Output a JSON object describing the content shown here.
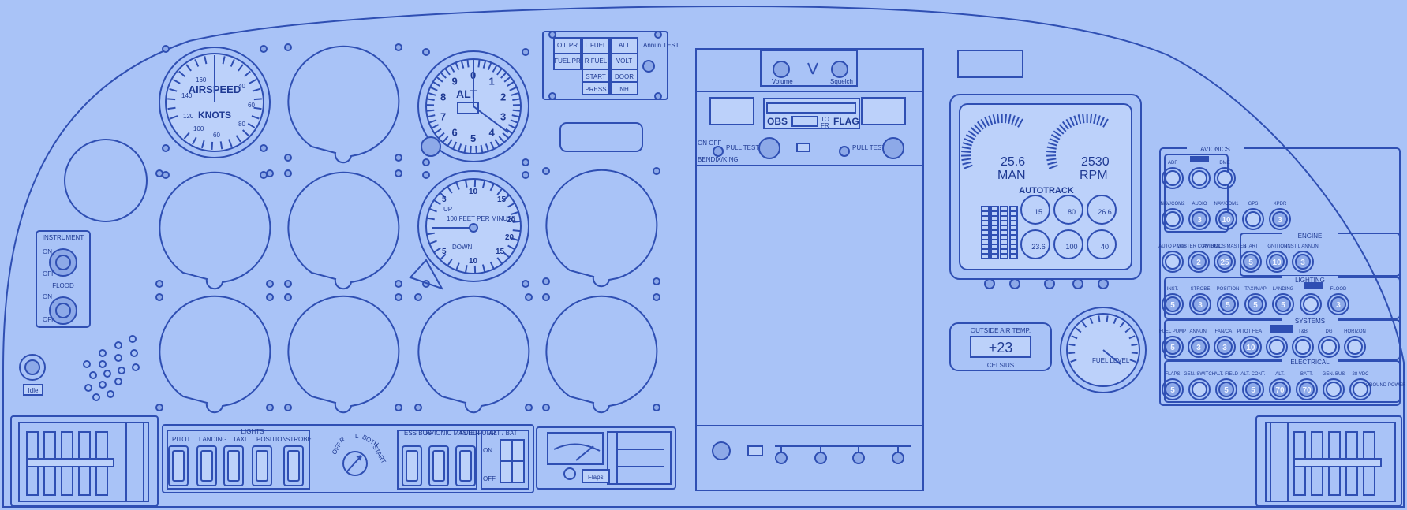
{
  "colors": {
    "background": "#a9c3f7",
    "ink": "#2f4fb3",
    "ink_dark": "#1f3a93",
    "fill_light": "#bcd1fa",
    "fill_inner": "#c6d8fb"
  },
  "instrument_left": {
    "label": "INSTRUMENT",
    "on": "ON",
    "off": "OFF"
  },
  "flood_left": {
    "label": "FLOOD",
    "on": "ON",
    "off": "OFF"
  },
  "idle_label": "Idle",
  "airspeed": {
    "title": "AIRSPEED",
    "unit": "KNOTS",
    "ticks": [
      "160",
      "40",
      "140",
      "60",
      "120",
      "80",
      "100",
      "60"
    ]
  },
  "altimeter": {
    "label": "ALT",
    "numerals": [
      "0",
      "1",
      "2",
      "3",
      "4",
      "5",
      "6",
      "7",
      "8",
      "9"
    ]
  },
  "vsi": {
    "up": "UP",
    "down": "DOWN",
    "caption": "100 FEET PER MINUTE",
    "numerals": [
      "10",
      "15",
      "20",
      "20",
      "15",
      "10",
      "5",
      "5"
    ]
  },
  "annunciator": {
    "cells": [
      "OIL PR",
      "L FUEL",
      "ALT",
      "FUEL PR",
      "R FUEL",
      "VOLT",
      "START",
      "DOOR",
      "PRESS",
      "NH"
    ],
    "test": "Annun TEST"
  },
  "radio": {
    "volume": "Volume",
    "squelch": "Squelch",
    "obs": "OBS",
    "to": "TO",
    "fr": "FR",
    "flag": "FLAG",
    "pull_test": "PULL TEST",
    "bendix": "BENDIX/KING",
    "on_off": "ON OFF"
  },
  "engine_gauge": {
    "man_value": "25.6",
    "man_label": "MAN",
    "rpm_value": "2530",
    "rpm_label": "RPM",
    "brand": "AUTOTRACK",
    "minis": [
      "15",
      "80",
      "26.6",
      "23.6",
      "100",
      "40"
    ]
  },
  "oat": {
    "title": "OUTSIDE AIR TEMP.",
    "value": "+23",
    "unit": "CELSIUS"
  },
  "fuel_gauge": {
    "label": "FUEL LEVEL"
  },
  "lights_panel": {
    "title": "LIGHTS",
    "pitot": "PITOT",
    "items": [
      "LANDING",
      "TAXI",
      "POSITION",
      "STROBE"
    ]
  },
  "key_switch": {
    "labels": [
      "OFF",
      "R",
      "L",
      "BOTH",
      "START"
    ]
  },
  "electrical_left": {
    "items": [
      "ESS BUS",
      "AVIONIC MASTER",
      "FUEL PUMP"
    ],
    "alt_bat": "ALT / BAT",
    "on": "ON",
    "off": "OFF"
  },
  "flaps_box": {
    "label": "Flaps"
  },
  "right_panel": {
    "avionics_title": "AVIONICS",
    "avionics_top": [
      "ADF",
      "DME"
    ],
    "row2_labels": [
      "NAV/COM2",
      "AUDIO",
      "NAV/COM1",
      "GPS",
      "XPDR"
    ],
    "row2_values": [
      "",
      "3",
      "10",
      "",
      "3"
    ],
    "engine_title": "ENGINE",
    "row3_labels": [
      "AUTO PILOT",
      "MASTER CONTROL",
      "AVIONICS MASTER",
      "START",
      "IGNITION",
      "INST L ANNUN."
    ],
    "row3_values": [
      "",
      "2",
      "25",
      "5",
      "10",
      "3"
    ],
    "lighting_title": "LIGHTING",
    "row4_labels": [
      "INST.",
      "STROBE",
      "POSITION",
      "TAXI/MAP",
      "LANDING",
      "",
      "FLOOD"
    ],
    "row4_values": [
      "5",
      "3",
      "5",
      "5",
      "5",
      "",
      "3"
    ],
    "systems_title": "SYSTEMS",
    "row5_labels": [
      "FUEL PUMP",
      "ANNUN.",
      "FAN/CAT",
      "PITOT HEAT",
      "",
      "T&B",
      "DG",
      "HORIZON"
    ],
    "row5_values": [
      "5",
      "3",
      "3",
      "10",
      "",
      "",
      "",
      ""
    ],
    "electrical_title": "ELECTRICAL",
    "row6_labels": [
      "FLAPS",
      "GEN. SWITCH",
      "ALT. FIELD",
      "ALT. CONT.",
      "ALT.",
      "BATT.",
      "GEN. BUS",
      "28 VDC"
    ],
    "row6_values": [
      "5",
      "",
      "5",
      "5",
      "70",
      "70",
      "",
      ""
    ],
    "ground": "GROUND POWER"
  }
}
